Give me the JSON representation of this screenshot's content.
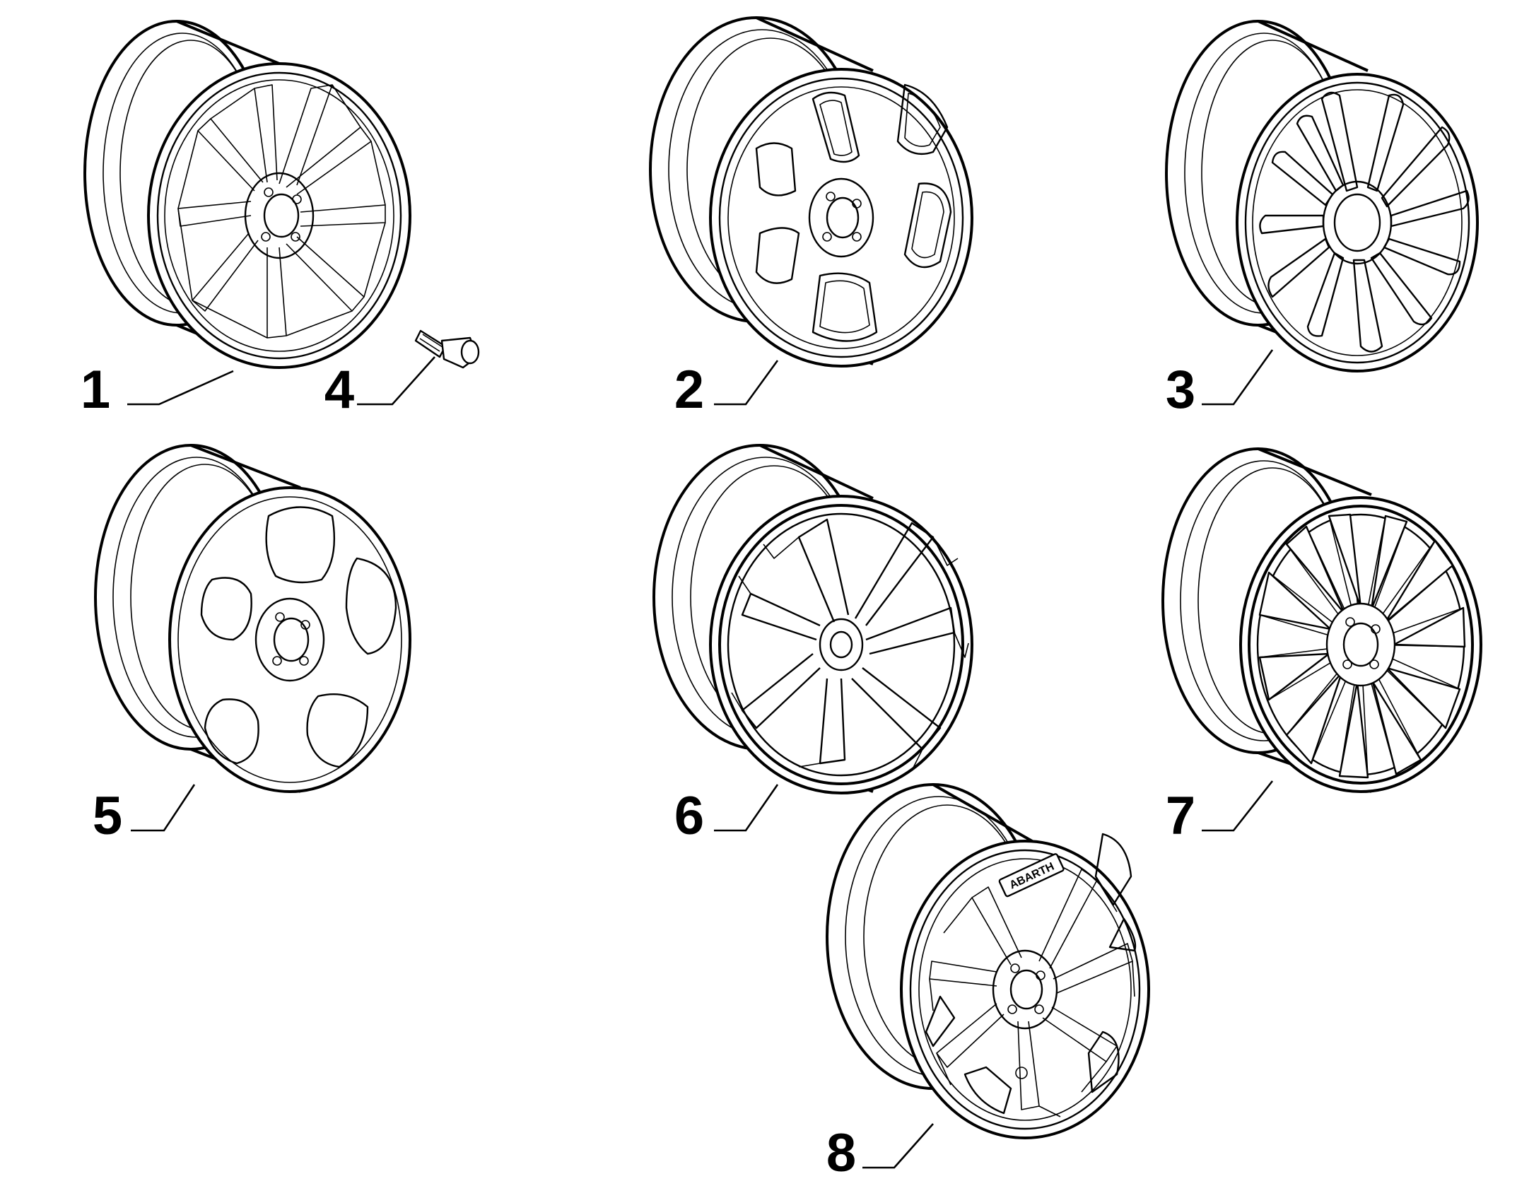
{
  "diagram": {
    "callouts": [
      {
        "id": "1",
        "label": "1"
      },
      {
        "id": "2",
        "label": "2"
      },
      {
        "id": "3",
        "label": "3"
      },
      {
        "id": "4",
        "label": "4"
      },
      {
        "id": "5",
        "label": "5"
      },
      {
        "id": "6",
        "label": "6"
      },
      {
        "id": "7",
        "label": "7"
      },
      {
        "id": "8",
        "label": "8"
      }
    ],
    "logo_text": "ABARTH"
  }
}
